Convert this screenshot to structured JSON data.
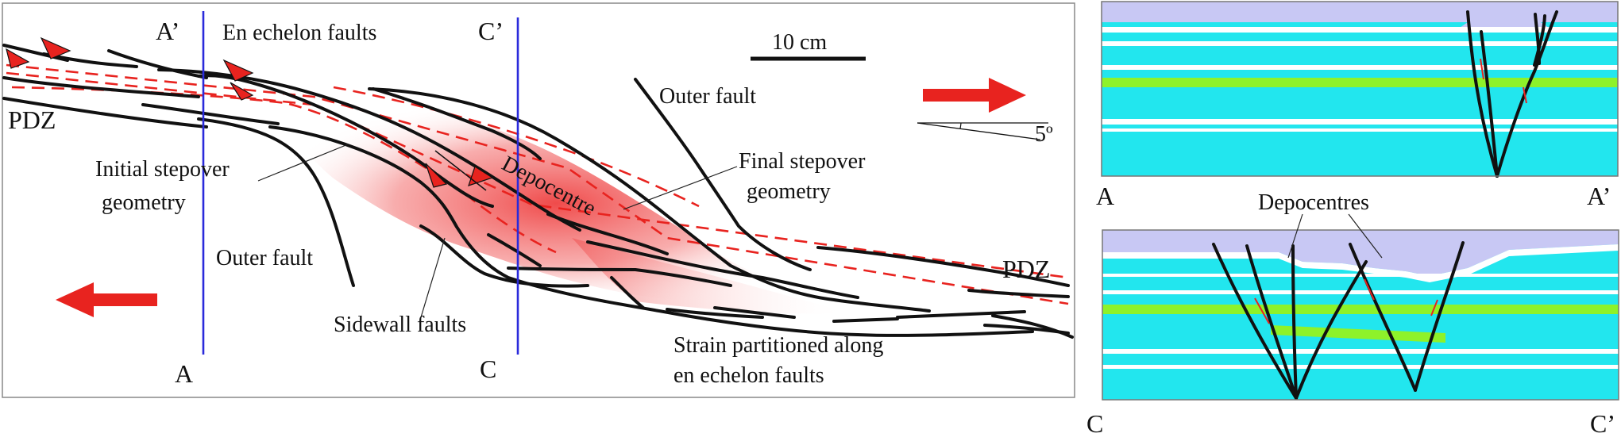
{
  "map_panel": {
    "labels": {
      "section_a_top": "A’",
      "section_a_bottom": "A",
      "section_c_top": "C’",
      "section_c_bottom": "C",
      "en_echelon": "En echelon faults",
      "scale": "10 cm",
      "pdz_left": "PDZ",
      "pdz_right": "PDZ",
      "outer_fault_upper": "Outer fault",
      "outer_fault_lower": "Outer fault",
      "initial_stepover_1": "Initial stepover",
      "initial_stepover_2": "geometry",
      "depocentre": "Depocentre",
      "final_stepover_1": "Final stepover",
      "final_stepover_2": "geometry",
      "angle": "5º",
      "sidewall": "Sidewall faults",
      "strain_1": "Strain partitioned along",
      "strain_2": "en echelon faults"
    },
    "colors": {
      "fault": "#111111",
      "stepover_dash": "#e8231f",
      "section_line": "#2a2adb",
      "depocentre_fill": "#ee3b3b",
      "motion_arrow": "#e8231f"
    }
  },
  "section_aa": {
    "labels": {
      "left_end": "A",
      "right_end": "A’"
    },
    "colors": {
      "cyan": "#22e6ee",
      "marker": "#8ef22a",
      "basin": "#c8c8f4"
    }
  },
  "section_cc": {
    "labels": {
      "left_end": "C",
      "right_end": "C’",
      "depocentres": "Depocentres"
    },
    "colors": {
      "cyan": "#22e6ee",
      "marker": "#8ef22a",
      "basin": "#c8c8f4"
    }
  }
}
